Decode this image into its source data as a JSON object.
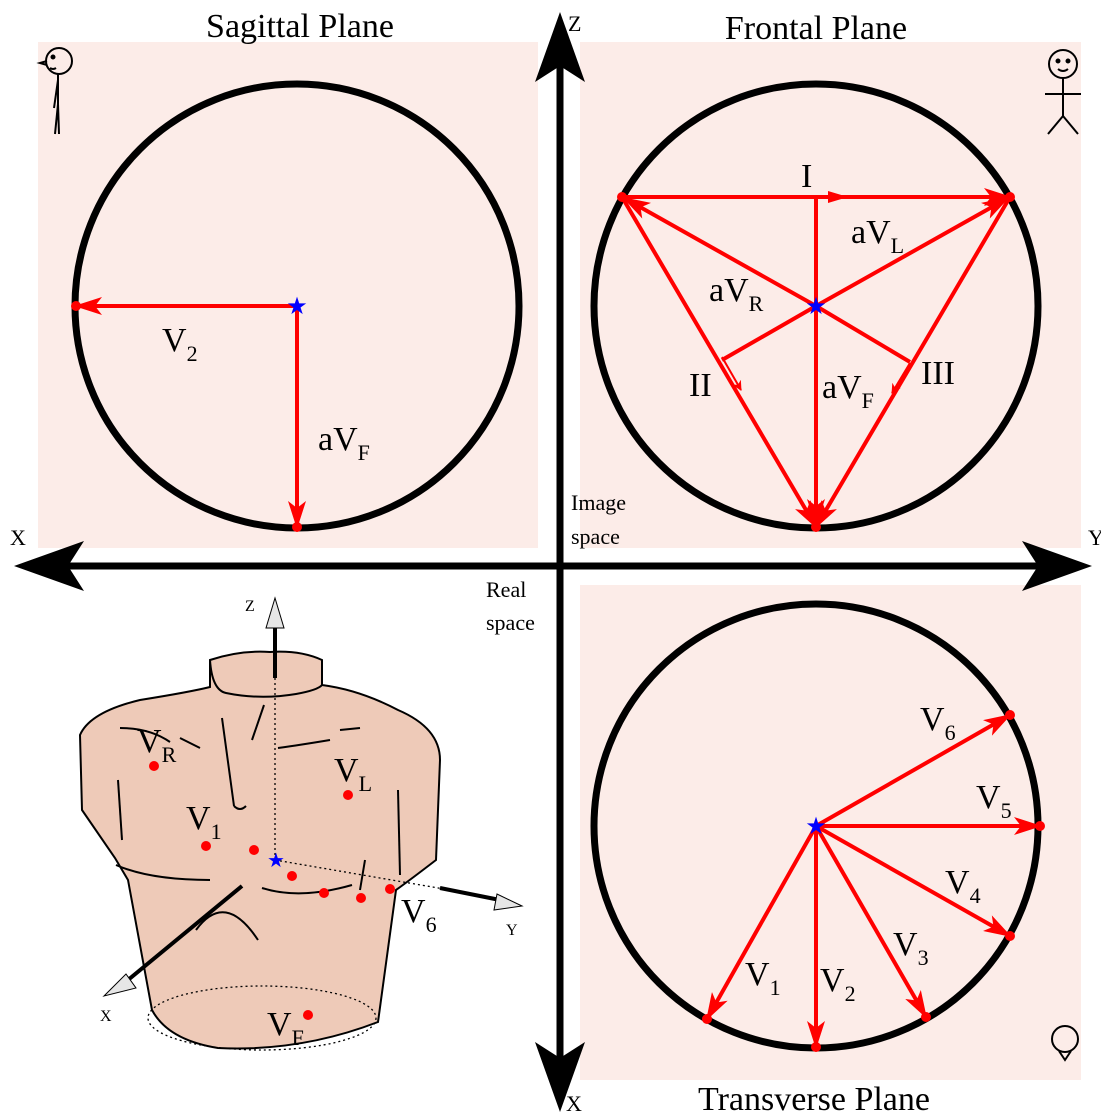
{
  "titles": {
    "sagittal": "Sagittal Plane",
    "frontal": "Frontal Plane",
    "transverse": "Transverse Plane"
  },
  "axes": {
    "z": "Z",
    "x_left": "X",
    "y_right": "Y",
    "x_bottom": "X",
    "image_space_1": "Image",
    "image_space_2": "space",
    "real_space_1": "Real",
    "real_space_2": "space"
  },
  "sagittal": {
    "v2": "V",
    "v2_sub": "2",
    "avf": "aV",
    "avf_sub": "F"
  },
  "frontal": {
    "lead_i": "I",
    "lead_ii": "II",
    "lead_iii": "III",
    "avl": "aV",
    "avl_sub": "L",
    "avr": "aV",
    "avr_sub": "R",
    "avf": "aV",
    "avf_sub": "F"
  },
  "transverse": {
    "v1": "V",
    "v1_sub": "1",
    "v2": "V",
    "v2_sub": "2",
    "v3": "V",
    "v3_sub": "3",
    "v4": "V",
    "v4_sub": "4",
    "v5": "V",
    "v5_sub": "5",
    "v6": "V",
    "v6_sub": "6"
  },
  "torso": {
    "z": "Z",
    "x": "X",
    "y": "Y",
    "vr": "V",
    "vr_sub": "R",
    "vl": "V",
    "vl_sub": "L",
    "v1": "V",
    "v1_sub": "1",
    "v6": "V",
    "v6_sub": "6",
    "vf": "V",
    "vf_sub": "F"
  },
  "colors": {
    "panel_bg": "#fcece8",
    "vector": "#ff0000",
    "center_star": "#0000ff",
    "skin": "#eecab8",
    "axis": "#000000"
  }
}
